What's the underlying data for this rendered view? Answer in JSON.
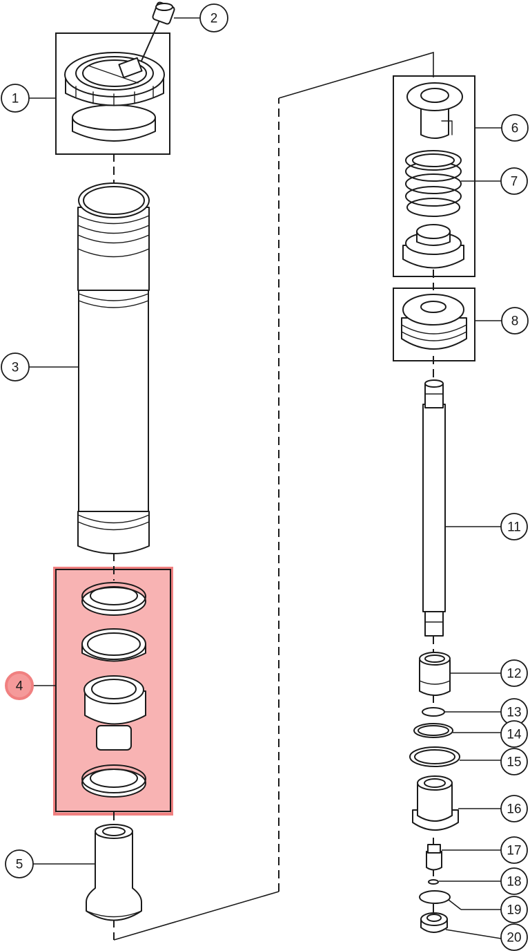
{
  "diagram": {
    "highlight_color": "#f59a9a",
    "highlighted_callout": "4",
    "callouts": [
      "1",
      "2",
      "3",
      "4",
      "5",
      "6",
      "7",
      "8",
      "11",
      "12",
      "13",
      "14",
      "15",
      "16",
      "17",
      "18",
      "19",
      "20"
    ]
  }
}
